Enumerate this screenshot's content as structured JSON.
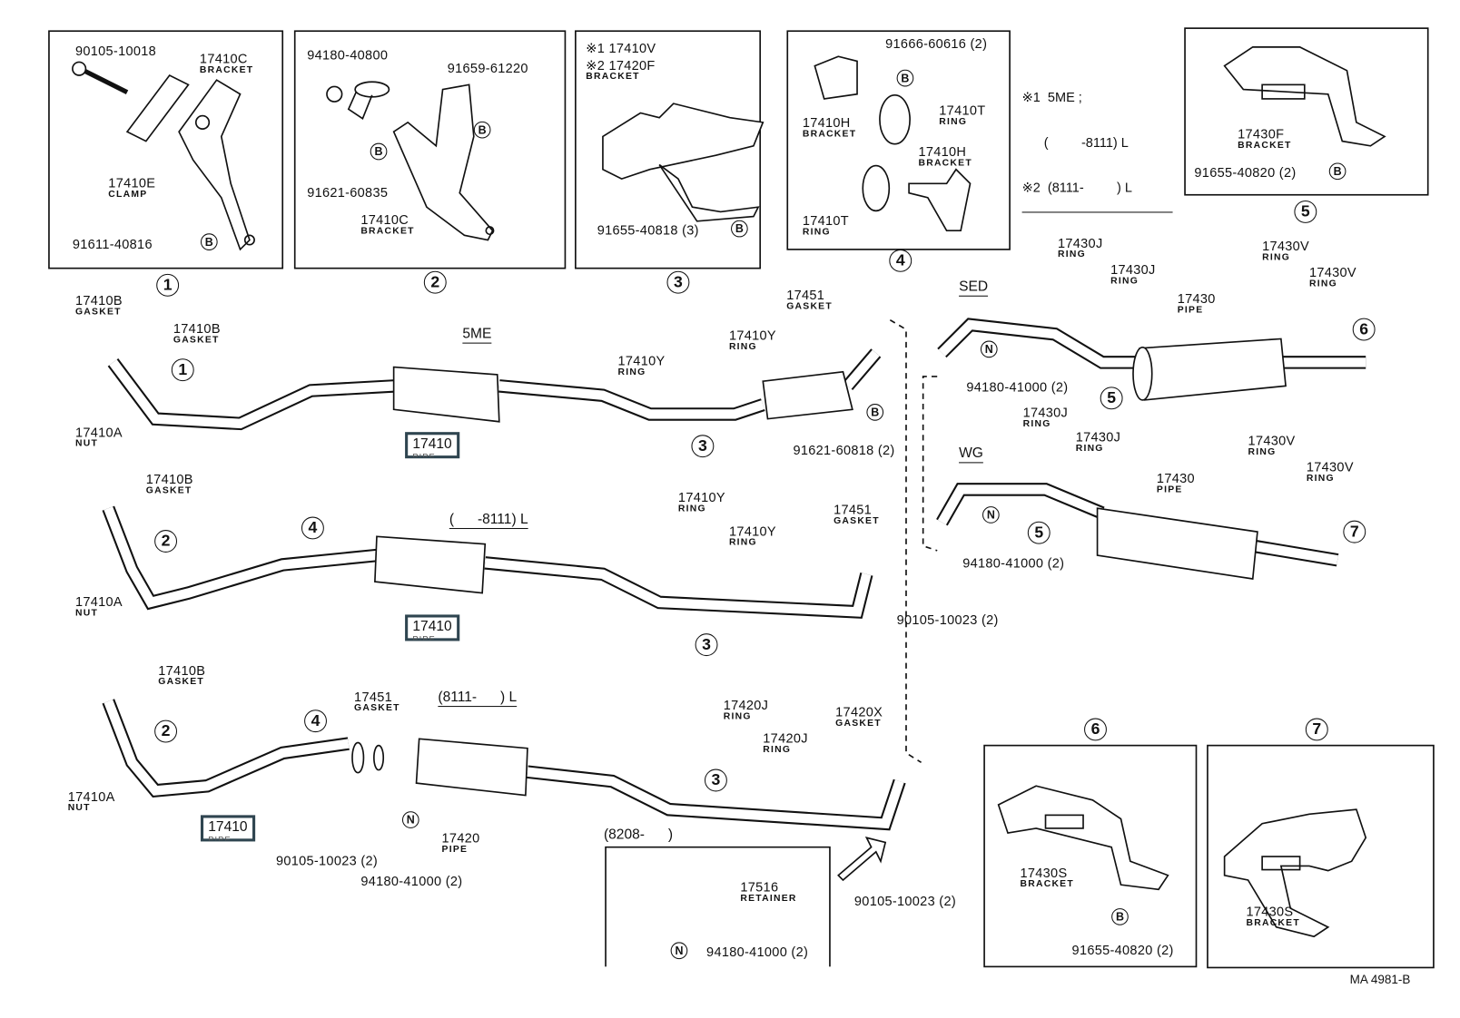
{
  "labels": [
    {
      "no": "90105-10018"
    },
    {
      "no": "17410C",
      "name": "BRACKET"
    },
    {
      "no": "17410E",
      "name": "CLAMP"
    },
    {
      "no": "91611-40816"
    },
    {
      "no": "94180-40800"
    },
    {
      "no": "91659-61220"
    },
    {
      "no": "91621-60835"
    },
    {
      "no": "17410C",
      "name": "BRACKET"
    },
    {
      "no": "※1 17410V"
    },
    {
      "no": "※2 17420F",
      "name": "BRACKET"
    },
    {
      "no": "91655-40818 (3)"
    },
    {
      "no": "91666-60616 (2)"
    },
    {
      "no": "17410H",
      "name": "BRACKET"
    },
    {
      "no": "17410T",
      "name": "RING"
    },
    {
      "no": "17410H",
      "name": "BRACKET"
    },
    {
      "no": "17410T",
      "name": "RING"
    },
    {
      "no": "17430F",
      "name": "BRACKET"
    },
    {
      "no": "91655-40820 (2)"
    },
    {
      "no": "17410B",
      "name": "GASKET"
    },
    {
      "no": "17410B",
      "name": "GASKET"
    },
    {
      "no": "17410A",
      "name": "NUT"
    },
    {
      "no": "17410Y",
      "name": "RING"
    },
    {
      "no": "17410Y",
      "name": "RING"
    },
    {
      "no": "17451",
      "name": "GASKET"
    },
    {
      "no": "91621-60818 (2)"
    },
    {
      "no": "17430J",
      "name": "RING"
    },
    {
      "no": "17430J",
      "name": "RING"
    },
    {
      "no": "17430",
      "name": "PIPE"
    },
    {
      "no": "17430V",
      "name": "RING"
    },
    {
      "no": "17430V",
      "name": "RING"
    },
    {
      "no": "94180-41000 (2)"
    },
    {
      "no": "17430J",
      "name": "RING"
    },
    {
      "no": "17430J",
      "name": "RING"
    },
    {
      "no": "17430",
      "name": "PIPE"
    },
    {
      "no": "17430V",
      "name": "RING"
    },
    {
      "no": "17430V",
      "name": "RING"
    },
    {
      "no": "94180-41000 (2)"
    },
    {
      "no": "17410B",
      "name": "GASKET"
    },
    {
      "no": "17410A",
      "name": "NUT"
    },
    {
      "no": "17410Y",
      "name": "RING"
    },
    {
      "no": "17410Y",
      "name": "RING"
    },
    {
      "no": "17451",
      "name": "GASKET"
    },
    {
      "no": "90105-10023 (2)"
    },
    {
      "no": "17410B",
      "name": "GASKET"
    },
    {
      "no": "17410A",
      "name": "NUT"
    },
    {
      "no": "17451",
      "name": "GASKET"
    },
    {
      "no": "90105-10023 (2)"
    },
    {
      "no": "17420",
      "name": "PIPE"
    },
    {
      "no": "94180-41000 (2)"
    },
    {
      "no": "17420J",
      "name": "RING"
    },
    {
      "no": "17420J",
      "name": "RING"
    },
    {
      "no": "17420X",
      "name": "GASKET"
    },
    {
      "no": "17516",
      "name": "RETAINER"
    },
    {
      "no": "94180-41000 (2)"
    },
    {
      "no": "90105-10023 (2)"
    },
    {
      "no": "17430S",
      "name": "BRACKET"
    },
    {
      "no": "91655-40820 (2)"
    },
    {
      "no": "17430S",
      "name": "BRACKET"
    }
  ],
  "highlighted_parts": [
    {
      "no": "17410",
      "name": "PIPE"
    },
    {
      "no": "17410",
      "name": "PIPE"
    },
    {
      "no": "17410",
      "name": "PIPE"
    }
  ],
  "highlight_color": "#2f4550",
  "callouts": [
    "1",
    "2",
    "3",
    "4",
    "5",
    "1",
    "3",
    "6",
    "5",
    "7",
    "5",
    "2",
    "4",
    "3",
    "2",
    "4",
    "3",
    "6",
    "7"
  ],
  "markers": [
    "B",
    "B",
    "B",
    "B",
    "B",
    "B",
    "B",
    "B",
    "N",
    "N",
    "N",
    "N"
  ],
  "headings": {
    "sed_5me": "5ME",
    "sed": "SED",
    "wg": "WG",
    "range_to_8111": "(      -8111) L",
    "range_from_8111": "(8111-      ) L",
    "range_from_8208": "(8208-      )"
  },
  "note": {
    "line1": "※1  5ME ;",
    "line2": "      (         -8111) L",
    "line3": "※2  (8111-         ) L"
  },
  "footer": "MA 4981-B"
}
